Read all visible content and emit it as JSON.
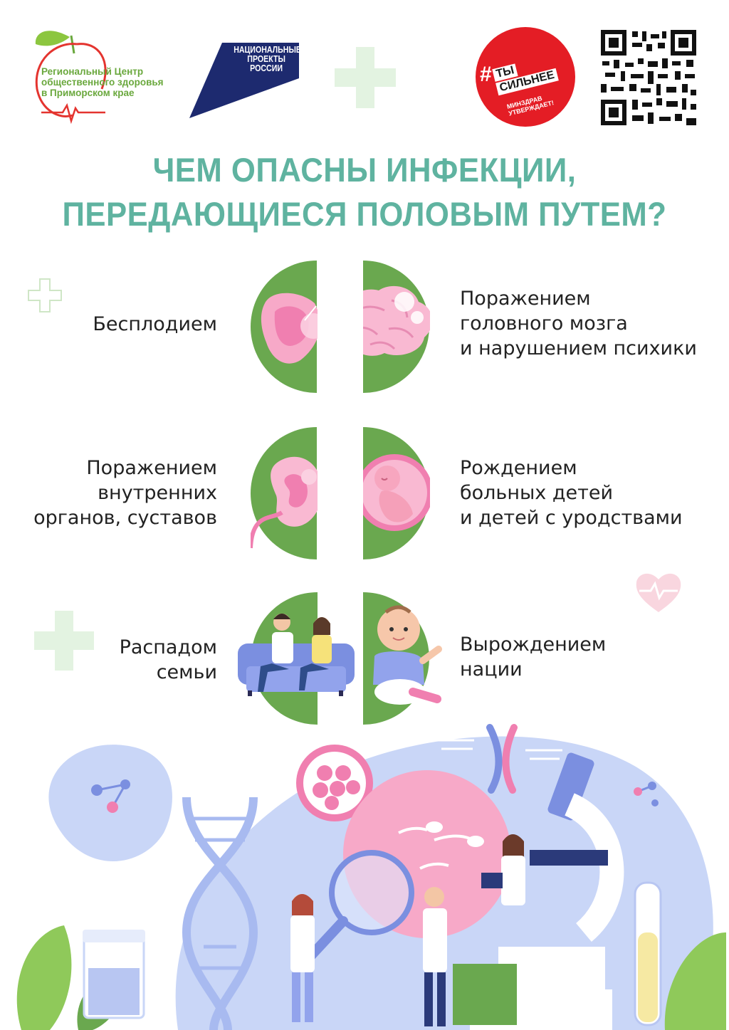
{
  "header": {
    "regional_center": {
      "lines": [
        "Региональный Центр",
        "общественного здоровья",
        "в Приморском крае"
      ]
    },
    "national_projects": {
      "lines": [
        "НАЦИОНАЛЬНЫЕ",
        "ПРОЕКТЫ",
        "РОССИИ"
      ]
    },
    "campaign": {
      "hash": "#",
      "line1": "ТЫ",
      "line2": "СИЛЬНЕЕ",
      "small1": "МИНЗДРАВ",
      "small2": "УТВЕРЖДАЕТ!"
    }
  },
  "title": {
    "line1": "ЧЕМ ОПАСНЫ ИНФЕКЦИИ,",
    "line2": "ПЕРЕДАЮЩИЕСЯ ПОЛОВЫМ ПУТЕМ?"
  },
  "items": {
    "infertility": [
      "Бесплодием"
    ],
    "brain": [
      "Поражением",
      "головного мозга",
      "и нарушением психики"
    ],
    "organs": [
      "Поражением",
      "внутренних",
      "органов, суставов"
    ],
    "children": [
      "Рождением",
      "больных детей",
      "и детей с уродствами"
    ],
    "family": [
      "Распадом",
      "семьи"
    ],
    "nation": [
      "Вырождением",
      "нации"
    ]
  },
  "colors": {
    "title": "#5fb3a0",
    "green": "#6aa84f",
    "pink": "#f07fb0",
    "lavender": "#c9d6f7",
    "red": "#e41d25",
    "navy": "#1d2a6f"
  },
  "icons": [
    "apple-logo-icon",
    "qr-code-icon",
    "uterus-icon",
    "brain-icon",
    "kidney-icon",
    "fetus-icon",
    "couple-icon",
    "baby-icon",
    "dna-icon",
    "microscope-icon",
    "magnifier-icon",
    "heart-icon",
    "chromosome-icon"
  ]
}
